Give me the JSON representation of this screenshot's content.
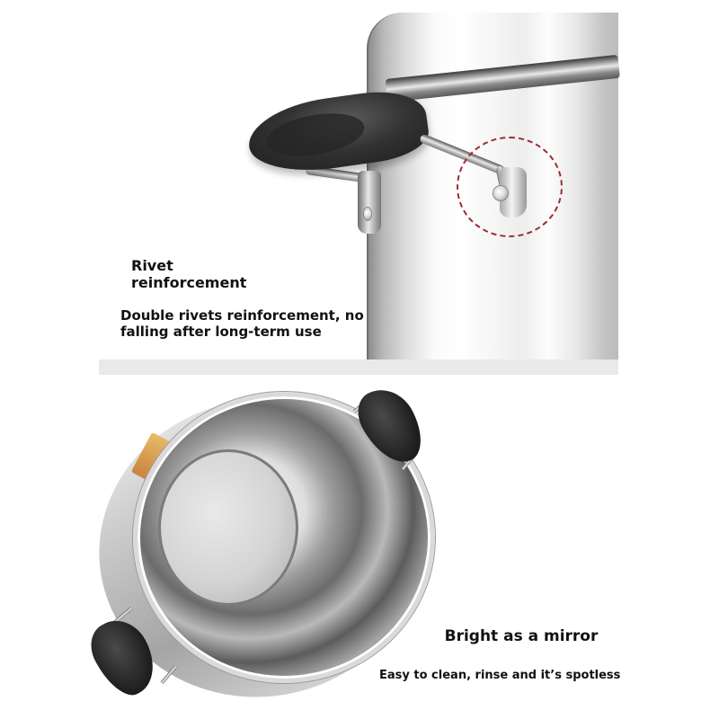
{
  "top_section": {
    "feature_title": "Rivet reinforcement",
    "feature_description": "Double rivets reinforcement, no falling after long-term use",
    "image_subject": "stockpot-side-handle-rivet-closeup",
    "callout": {
      "shape": "dashed-circle",
      "color": "#9e2b33",
      "target": "rivet"
    }
  },
  "divider": {
    "color": "#e9e9e9"
  },
  "bottom_section": {
    "feature_title": "Bright as a mirror",
    "feature_description": "Easy to clean, rinse and it’s spotless",
    "image_subject": "stockpot-interior-top-view"
  },
  "colors": {
    "background": "#ffffff",
    "text": "#111111",
    "steel_light": "#f4f4f4",
    "steel_dark": "#5c5c5c",
    "handle_black": "#1c1c1c"
  }
}
